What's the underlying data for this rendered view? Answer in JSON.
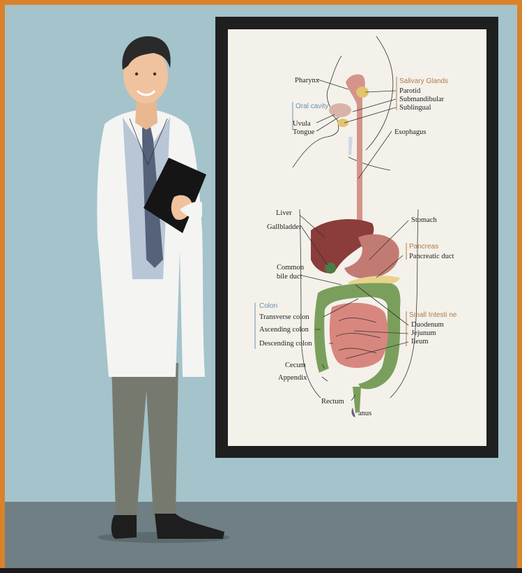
{
  "diagram": {
    "labels": {
      "pharynx": "Pharynx",
      "salivary_glands": "Salivary Glands",
      "parotid": "Parotid",
      "submandibular": "Submandibular",
      "sublingual": "Sublingual",
      "oral_cavity": "Oral cavity",
      "uvula": "Uvula",
      "tongue": "Tongue",
      "esophagus": "Esophagus",
      "liver": "Liver",
      "gallbladder": "Gallbladder",
      "stomach": "Stomach",
      "pancreas": "Pancreas",
      "pancreatic_duct": "Pancreatic duct",
      "common": "Common",
      "bile_duct": "bile duct",
      "colon": "Colon",
      "transverse_colon": "Transverse colon",
      "ascending_colon": "Ascending colon",
      "descending_colon": "Descending colon",
      "small_intestine": "Small Intesti ne",
      "duodenum": "Duodenum",
      "jejunum": "Jejunum",
      "ileum": "Ileum",
      "cecum": "Cecum",
      "appendix": "Appendix",
      "rectum": "Rectum",
      "anus": "anus"
    }
  },
  "colors": {
    "frame_border": "#d9822b",
    "wall": "#a4c3cb",
    "floor": "#6f7f84",
    "poster_frame": "#1f1f1f",
    "poster_paper": "#f3f1ea",
    "category_label": "#b07a4a",
    "colon_label": "#6a8fb0"
  }
}
